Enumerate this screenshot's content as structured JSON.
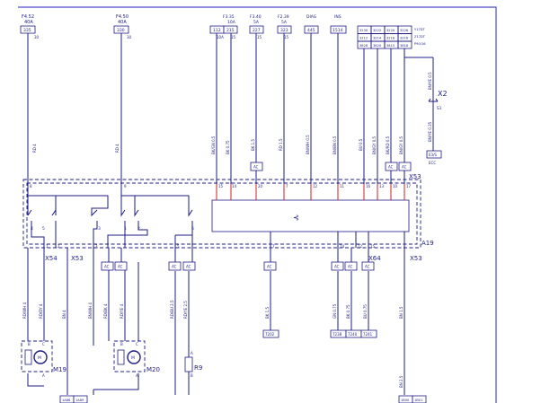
{
  "top_fuses": [
    {
      "id": "F4",
      "name": "F4.52",
      "rating": "40A",
      "code": "335",
      "pin": "30"
    },
    {
      "id": "F5",
      "name": "F4.50",
      "rating": "40A",
      "code": "330",
      "pin": "30"
    }
  ],
  "top_groups": [
    {
      "id": "g1",
      "lines": [
        "F3.35",
        "10A"
      ],
      "codes": [
        "112",
        "215"
      ],
      "pins": [
        "10A",
        "15"
      ]
    },
    {
      "id": "g2",
      "lines": [
        "F3.40",
        "5A"
      ],
      "codes": [
        "227"
      ],
      "pins": [
        "15"
      ]
    },
    {
      "id": "g3",
      "lines": [
        "F2.39",
        "5A"
      ],
      "codes": [
        "323"
      ],
      "pins": [
        "15"
      ]
    },
    {
      "id": "g4",
      "lines": [
        "DIAG"
      ],
      "codes": [
        "445"
      ],
      "pins": []
    },
    {
      "id": "g5",
      "lines": [
        "INS"
      ],
      "codes": [
        "1514"
      ],
      "pins": []
    }
  ],
  "variant_table": {
    "rows": [
      [
        "3230",
        "3222",
        "3220",
        "3226"
      ],
      [
        "3212",
        "3214",
        "3218",
        "3216"
      ],
      [
        "3828",
        "3820",
        "3810",
        "3818"
      ]
    ],
    "labels": [
      "Y17DT",
      "Z17DT",
      "P90/16"
    ]
  },
  "vertical_wire_labels": [
    "RD 4",
    "RD 4",
    "BK/GN 0.5",
    "BK 0.75",
    "BK 1.5",
    "RD 1.5",
    "BN/WH 0.5",
    "BN/BN 0.5",
    "BU 0.5",
    "BN/GY 0.5",
    "BK/RD 0.5",
    "BN/GY 0.5",
    "BN/YE 0.5",
    "BN/YE 0.35"
  ],
  "top_right": {
    "connector": "X2",
    "pin": "S3",
    "target": "E3/S",
    "target_sub": "ECC"
  },
  "ac_labels": {
    "ac": "AC"
  },
  "module": {
    "name": "A19",
    "top_pins": [
      "15",
      "14",
      "20",
      "7",
      "12",
      "11",
      "16",
      "13",
      "10",
      "17"
    ],
    "left_pins": [
      "4",
      "5",
      "3",
      "1",
      "2",
      "6"
    ],
    "bottom_pins": [
      "1",
      "2",
      "3",
      "5",
      "7",
      "14",
      "12",
      "15"
    ],
    "top_pin_8": "8",
    "top_pin_9": "9"
  },
  "connectors": {
    "x53_top": "X53",
    "x54_left": "X54",
    "x53_left": "X53",
    "x64": "X64",
    "x53_right": "X53"
  },
  "lower_wire_labels": [
    "RD/WH 4",
    "RD/DY 4",
    "BN 4",
    "BN/WH 4",
    "RD/BK 4",
    "RD/YE 4",
    "RD/BU 2.5",
    "RD/YE 2.5",
    "BK 1.5",
    "GN 0.75",
    "BK 0.75",
    "BU 0.75",
    "BN 1.5"
  ],
  "bottom_codes": [
    "7202",
    "7238",
    "7240",
    "7241"
  ],
  "motors": [
    {
      "name": "M19",
      "pins": [
        "B",
        "C",
        "A"
      ]
    },
    {
      "name": "M20",
      "pins": [
        "B",
        "C",
        "A"
      ]
    }
  ],
  "resistor": {
    "name": "R9",
    "pin_top": "A",
    "pin_bottom": "B"
  },
  "ground_codes": [
    "1A86",
    "1A89",
    "1B00",
    "1B01"
  ],
  "bottom_right_wire": "BN 2.5"
}
